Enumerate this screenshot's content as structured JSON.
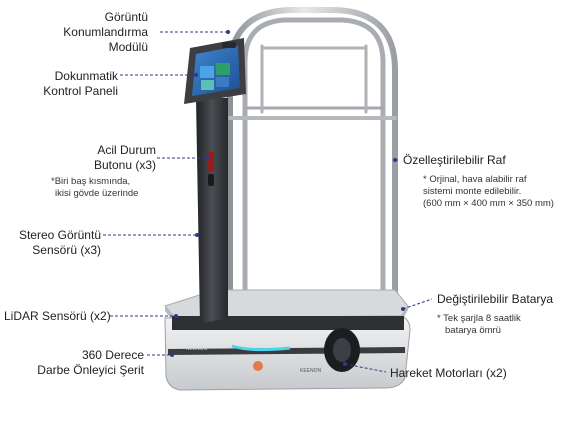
{
  "labels": {
    "camera_module": [
      "Görüntü",
      "Konumlandırma",
      "Modülü"
    ],
    "touch_panel": [
      "Dokunmatik",
      "Kontrol Paneli"
    ],
    "emergency_button": [
      "Acil Durum",
      "Butonu (x3)"
    ],
    "emergency_note": [
      "*Biri baş kısmında,",
      "ikisi gövde üzerinde"
    ],
    "stereo_sensor": [
      "Stereo Görüntü",
      "Sensörü (x3)"
    ],
    "lidar": "LiDAR Sensörü (x2)",
    "bumper": [
      "360 Derece",
      "Darbe Önleyici Şerit"
    ],
    "rack": "Özelleştirilebilir Raf",
    "rack_note": [
      "* Orjinal, hava alabilir raf",
      "sistemi monte edilebilir.",
      "(600 mm × 400 mm × 350 mm)"
    ],
    "battery": "Değiştirilebilir Batarya",
    "battery_note": [
      "* Tek şarjla 8 saatlik",
      "batarya ömrü"
    ],
    "motors": "Hareket Motorları (x2)"
  },
  "brand_mark": "KEENON",
  "colors": {
    "leader": "#2f3a8a",
    "frame": "#b9bcc1",
    "body": "#34363a",
    "screen": "#2d6fb8",
    "accent_cyan": "#4fd3ea"
  }
}
